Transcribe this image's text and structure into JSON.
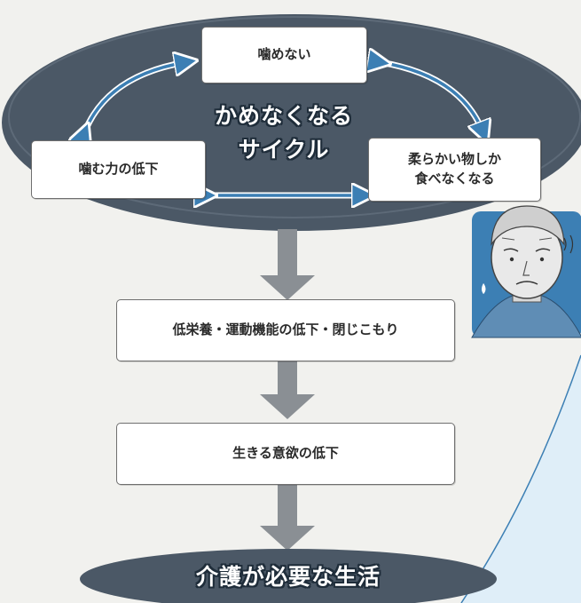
{
  "cycle": {
    "title_line1": "かめなくなる",
    "title_line2": "サイクル",
    "nodes": {
      "top": "噛めない",
      "left": "噛む力の低下",
      "right_line1": "柔らかい物しか",
      "right_line2": "食べなくなる"
    }
  },
  "flow": {
    "step1": "低栄養・運動機能の低下・閉じこもり",
    "step2": "生きる意欲の低下",
    "outcome": "介護が必要な生活"
  },
  "colors": {
    "ellipse_fill": "#4b5866",
    "arrow_fill": "#8a8f94",
    "box_border": "#6f6f6f",
    "accent_blue": "#3c7fb4",
    "corner_tint": "#dfeef8",
    "text_outline": "#1f2d3a"
  },
  "icons": [
    "cycle-arrow-icon",
    "down-arrow-icon",
    "worried-elderly-man-illustration"
  ]
}
